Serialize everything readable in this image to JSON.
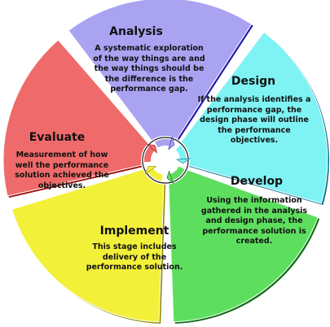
{
  "phases": [
    {
      "key": "analysis",
      "title": "Analysis",
      "description": "A systematic exploration of the way things are and the way things should be the difference is the performance gap.",
      "fill": "#a9a3f2",
      "edge": "#2a1ea8"
    },
    {
      "key": "design",
      "title": "Design",
      "description": "If the analysis identifies a performance gap, the design phase will outline the performance objectives.",
      "fill": "#7ff2f4",
      "edge": "#0b6f8c"
    },
    {
      "key": "develop",
      "title": "Develop",
      "description": "Using the information gathered in the analysis and design phase, the performance solution is created.",
      "fill": "#5ede5e",
      "edge": "#0d6e16"
    },
    {
      "key": "implement",
      "title": "Implement",
      "description": "This stage includes delivery of the performance solution.",
      "fill": "#f3f03a",
      "edge": "#8a8a00"
    },
    {
      "key": "evaluate",
      "title": "Evaluate",
      "description": "Measurement of how well the performance solution achieved the objectives.",
      "fill": "#ef6a6a",
      "edge": "#9c1010"
    }
  ],
  "colors": {
    "separator": "#ffffff",
    "hub_ring": "#1a1a1a"
  },
  "icons": {
    "center": "cycle-arrows-icon"
  }
}
